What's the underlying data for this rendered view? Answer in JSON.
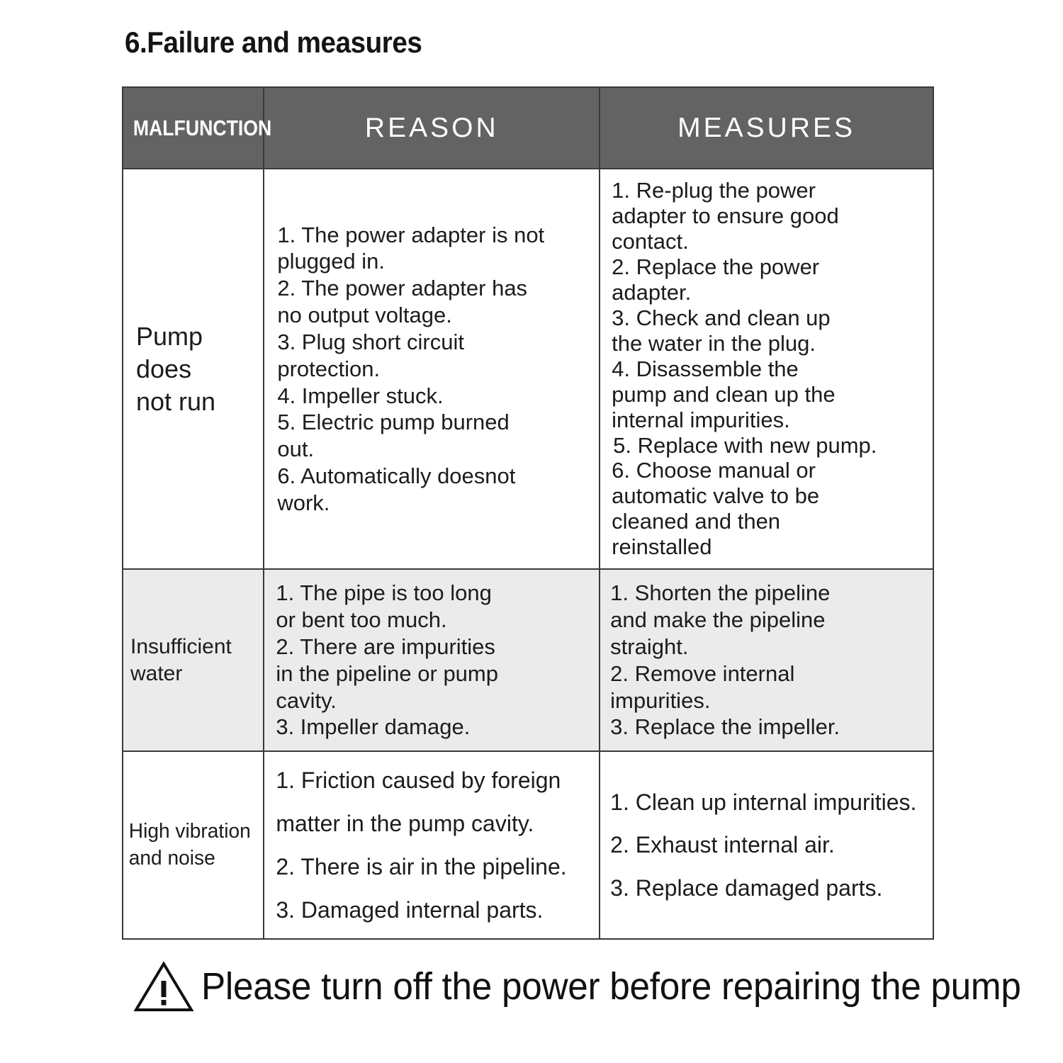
{
  "document": {
    "section_title": "6.Failure and measures"
  },
  "table": {
    "headers": {
      "malfunction": "MALFUNCTION",
      "reason": "REASON",
      "measures": "MEASURES"
    },
    "header_bg": "#636363",
    "header_text_color": "#ffffff",
    "border_color": "#3a3a3a",
    "alt_row_bg": "#ebebeb",
    "rows": [
      {
        "malfunction": "Pump\ndoes\nnot run",
        "reason": [
          "1. The power adapter is not\n     plugged in.",
          "2. The power adapter has\n     no output voltage.",
          "3. Plug short circuit\n     protection.",
          "4. Impeller stuck.",
          "5. Electric pump burned\n     out.",
          "6. Automatically doesnot\n     work."
        ],
        "measures": [
          "1. Re-plug the power\nadapter to ensure good\ncontact.",
          "2. Replace the power\nadapter.",
          "3. Check and clean up\nthe water in the plug.",
          "4. Disassemble the\npump and clean up the\ninternal impurities.",
          "5. Replace with new pump.",
          "6. Choose manual or\nautomatic valve to be\ncleaned and then\nreinstalled"
        ]
      },
      {
        "malfunction": "Insufficient\nwater",
        "reason": [
          "1. The pipe is too long\n   or bent too much.",
          "2. There are impurities\n    in the pipeline or pump\n    cavity.",
          "3. Impeller damage."
        ],
        "measures": [
          "1. Shorten the pipeline\nand make the pipeline\nstraight.",
          "2. Remove internal\nimpurities.",
          "3. Replace the impeller."
        ]
      },
      {
        "malfunction": "High vibration\nand noise",
        "reason": [
          "1. Friction caused by foreign\n    matter in the pump cavity.",
          "2. There is air in the pipeline.",
          "3. Damaged internal parts."
        ],
        "measures": [
          "1. Clean up internal impurities.",
          "2. Exhaust internal air.",
          "3. Replace damaged parts."
        ]
      }
    ]
  },
  "footer": {
    "warning_icon": "warning-triangle-icon",
    "warning_text": "Please turn off the power before repairing the pump"
  }
}
